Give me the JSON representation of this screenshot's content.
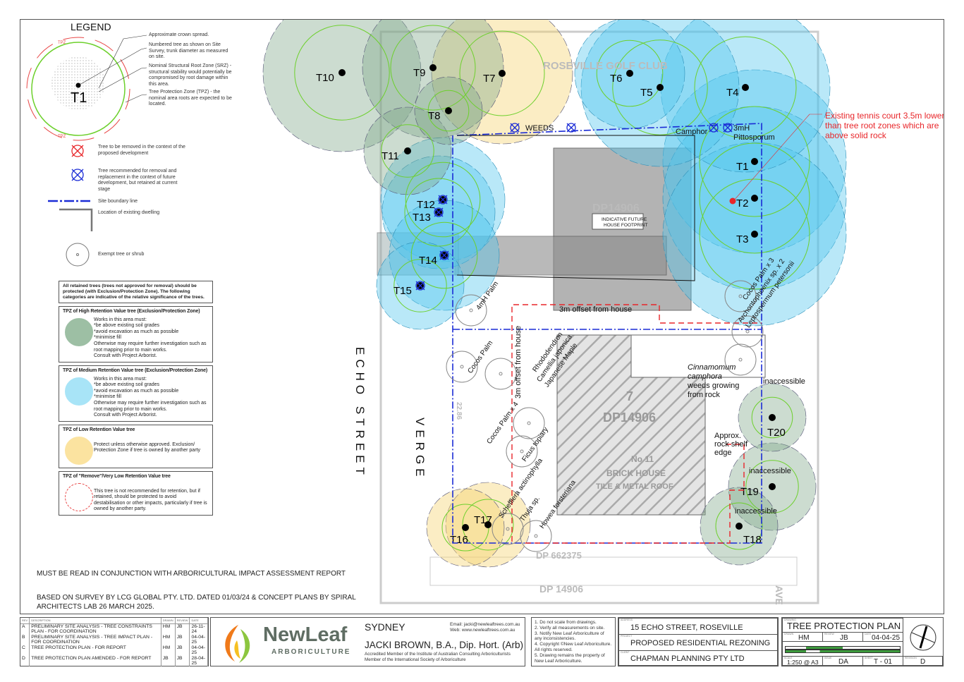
{
  "legend": {
    "title": "LEGEND",
    "sample_tree": "T1",
    "tpz_marker": "TPZ",
    "callouts": [
      "Approximate crown spread.",
      "Numbered tree as shown on Site Survey, trunk diameter as measured on site.",
      "Nominal Structural Root Zone (SRZ) - structural stability would potentially be compromised by root damage within this area.",
      "Tree Protection Zone (TPZ) - the nominal area roots are expected to be located."
    ],
    "symbols": [
      {
        "icon": "red-cross-circle",
        "label": "Tree to be removed in the context of the proposed development"
      },
      {
        "icon": "blue-cross-circle",
        "label": "Tree recommended for removal and replacement in the context of future development, but retained at current stage"
      },
      {
        "icon": "dash-dot-line",
        "label": "Site boundary line"
      },
      {
        "icon": "dwelling-corner",
        "label": "Location of existing dwelling"
      },
      {
        "icon": "small-circle",
        "label": "Exempt tree or shrub"
      }
    ],
    "retention_note": "All retained trees (trees not approved for removal) should be protected (with Exclusion/Protection Zone). The following categories are indicative of the relative significance of the trees.",
    "categories": [
      {
        "title": "TPZ of High Retention Value tree (Exclusion/Protection Zone)",
        "color": "#9dbfa4",
        "text": "Works in this area must:\n*be above existing soil grades\n*avoid excavation as much as possible\n*minimise fill\nOtherwise may require further investigation such as root mapping prior to main works.\nConsult with Project Arborist."
      },
      {
        "title": "TPZ of Medium Retention Value tree (Exclusion/Protection Zone)",
        "color": "#a8e4f7",
        "text": "Works in this area must:\n*be above existing soil grades\n*avoid excavation as much as possible\n*minimise fill\nOtherwise may require further investigation such as root mapping prior to main works.\nConsult with Project Arborist."
      },
      {
        "title": "TPZ of Low Retention Value tree",
        "color": "#fbe3a0",
        "text": "Protect unless otherwise approved. Exclusion/ Protection Zone if tree is owned by another party"
      },
      {
        "title": "TPZ of \"Remove\"/Very Low Retention Value tree",
        "color": "#e84545",
        "text": "This tree is not recommended for retention, but if retained, should be protected to avoid destabilisation or other impacts, particularly if tree is owned by another party."
      }
    ]
  },
  "notes": {
    "read_with": "MUST BE READ IN CONJUNCTION WITH ARBORICULTURAL IMPACT ASSESSMENT REPORT",
    "survey": "BASED ON SURVEY BY LCG GLOBAL PTY. LTD. DATED 01/03/24 & CONCEPT PLANS BY SPIRAL ARCHITECTS LAB 26 MARCH 2025."
  },
  "plan": {
    "trees": [
      {
        "id": "T1",
        "cat": "medium"
      },
      {
        "id": "T2",
        "cat": "medium"
      },
      {
        "id": "T3",
        "cat": "medium"
      },
      {
        "id": "T4",
        "cat": "medium"
      },
      {
        "id": "T5",
        "cat": "medium"
      },
      {
        "id": "T6",
        "cat": "medium"
      },
      {
        "id": "T7",
        "cat": "low"
      },
      {
        "id": "T8",
        "cat": "high"
      },
      {
        "id": "T9",
        "cat": "high"
      },
      {
        "id": "T10",
        "cat": "high"
      },
      {
        "id": "T11",
        "cat": "high"
      },
      {
        "id": "T12",
        "cat": "medium"
      },
      {
        "id": "T13",
        "cat": "medium"
      },
      {
        "id": "T14",
        "cat": "medium"
      },
      {
        "id": "T15",
        "cat": "medium"
      },
      {
        "id": "T16",
        "cat": "low"
      },
      {
        "id": "T17",
        "cat": "low"
      },
      {
        "id": "T18",
        "cat": "high"
      },
      {
        "id": "T19",
        "cat": "high"
      },
      {
        "id": "T20",
        "cat": "high"
      }
    ],
    "labels": {
      "weeds": "WEEDS",
      "camphor": "Camphor",
      "pittosporum_1": "3mH",
      "pittosporum_2": "Pittosporum",
      "tennis_note_1": "Existing tennis court 3.5m lower",
      "tennis_note_2": "than tree root zones which are",
      "tennis_note_3": "above solid rock",
      "footprint_1": "INDICATIVE FUTURE",
      "footprint_2": "HOUSE FOOTPRINT",
      "offset_house": "3m offset from house",
      "offset_house_v": "3m offset from house",
      "palm_4m": "4mH Palm",
      "cocos_palm": "Cocos Palm",
      "cocos_palm_x4": "Cocos Palm x 4",
      "rhodo": "Rhododendron",
      "camellia": "Camellia japonica",
      "maple": "Japanese Maple",
      "ficus": "Ficus topiary",
      "schefflera": "Schefflera actinophylla",
      "thuja": "Thuja sp.",
      "howea": "Howea forsteriana",
      "cocos_x3": "Cocos Palm x 3",
      "archonto": "Archontophoenix sp. x 2",
      "lepto": "Leptospermum petersonii",
      "cinna_1": "Cinnamomum",
      "cinna_2": "camphora",
      "cinna_3": "weeds growing",
      "cinna_4": "from rock",
      "inaccessible": "inaccessible",
      "rock_1": "Approx.",
      "rock_2": "rock shelf",
      "rock_3": "edge",
      "echo_street": "ECHO STREET",
      "verge": "VERGE",
      "survey_golf": "ROSEVILLE GOLF CLUB",
      "survey_dp1": "DP14906",
      "survey_dp2": "DP14906",
      "survey_no": "No 11",
      "survey_brick": "BRICK HOUSE",
      "survey_roof": "TILE & METAL ROOF",
      "survey_lot": "7",
      "survey_dp3": "DP 662375",
      "survey_dp4": "DP 14906",
      "survey_ave": "AVE",
      "survey_dim": "22.86"
    }
  },
  "title_block": {
    "revisions_header": [
      "REV",
      "DESCRIPTION",
      "DRAWN",
      "REVIEW",
      "DATE"
    ],
    "revisions": [
      {
        "rev": "A",
        "desc": "PRELIMINARY SITE ANALYSIS - TREE CONSTRAINTS PLAN - FOR COORDINATION",
        "drawn": "HM",
        "review": "JB",
        "date": "26-11-24"
      },
      {
        "rev": "B",
        "desc": "PRELIMINARY SITE ANALYSIS - TREE IMPACT PLAN - FOR COORDINATION",
        "drawn": "HM",
        "review": "JB",
        "date": "04-04-25"
      },
      {
        "rev": "C",
        "desc": "TREE PROTECTION PLAN - FOR REPORT",
        "drawn": "HM",
        "review": "JB",
        "date": "04-04-25"
      },
      {
        "rev": "D",
        "desc": "TREE PROTECTION PLAN AMENDED - FOR REPORT",
        "drawn": "JB",
        "review": "JB",
        "date": "28-04-25"
      }
    ],
    "company": "NewLeaf",
    "company_sub": "ARBORICULTURE",
    "city": "SYDNEY",
    "email": "Email: jacki@newleaftrees.com.au",
    "web": "Web: www.newleaftrees.com.au",
    "arborist": "JACKI BROWN, B.A., Dip. Hort. (Arb)",
    "member_1": "Accredited Member of the Institute of Australian Consulting Arboriculturists",
    "member_2": "Member of the International Society of Arboriculture",
    "disclaimers": [
      "1. Do not scale from drawings.",
      "2. Verify all measurements on site.",
      "3. Notify New Leaf Arboriculture of any inconsistencies.",
      "4. Copyright ©New Leaf Arboriculture. All rights reserved.",
      "5. Drawing remains the property of New Leaf Arboriculture."
    ],
    "address": "15 ECHO STREET, ROSEVILLE",
    "project": "PROPOSED RESIDENTIAL REZONING",
    "client": "CHAPMAN PLANNING PTY LTD",
    "drawing": "TREE PROTECTION PLAN",
    "drawn": "HM",
    "review": "JB",
    "date": "04-04-25",
    "scale": "1:250 @ A3",
    "issue": "DA",
    "sheet": "T - 01",
    "revision": "D",
    "field_labels": {
      "address": "ADDRESS",
      "project": "PROJECT",
      "client": "CLIENT",
      "drawing": "DRAWING",
      "drawn": "DRAWN",
      "review": "REVIEW",
      "date": "DATE",
      "scale": "SCALE",
      "issue": "ISSUE",
      "sheet": "SHEET",
      "revision": "REVISION"
    }
  },
  "colors": {
    "high": "#7fa88a",
    "medium": "#4fc6ee",
    "low": "#f6d36b",
    "boundary": "#1a2bd6",
    "remove": "#e8262a",
    "crown": "#6dd02c"
  }
}
